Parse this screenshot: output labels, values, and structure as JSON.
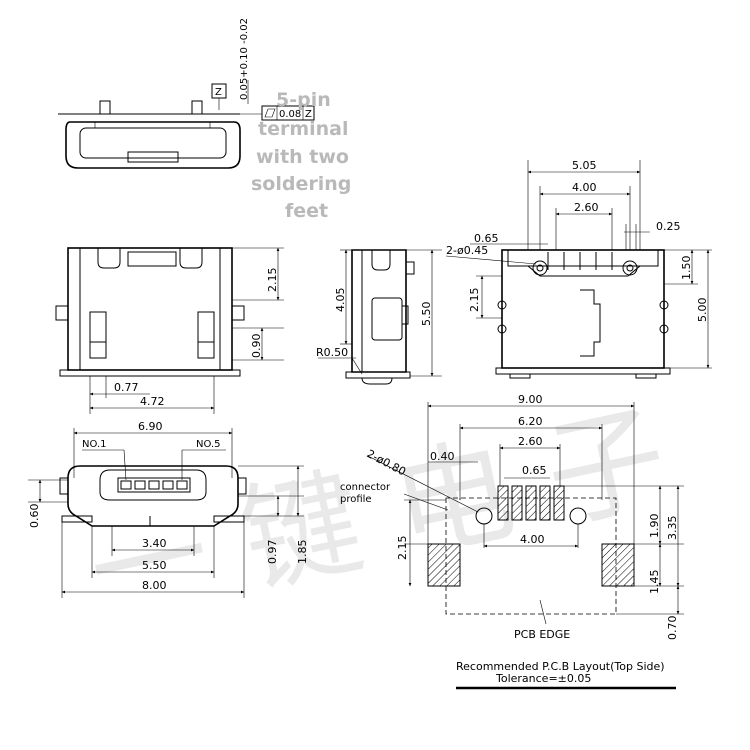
{
  "annotation": [
    "5-pin",
    "terminal",
    "with two",
    "soldering",
    "feet"
  ],
  "watermark": "一 键 电 子",
  "top_view": {
    "tolerance": "0.05+0.10 -0.02",
    "datum": "Z",
    "flatness": "0.08",
    "flatness_datum": "Z"
  },
  "side_view": {
    "d_2_15": "2.15",
    "d_0_90": "0.90",
    "d_0_77": "0.77",
    "d_4_72": "4.72"
  },
  "end_view": {
    "d_4_05": "4.05",
    "d_5_50": "5.50",
    "radius": "R0.50"
  },
  "top_right_view": {
    "d_5_05": "5.05",
    "d_4_00": "4.00",
    "d_2_60": "2.60",
    "d_0_25": "0.25",
    "d_0_65": "0.65",
    "holes": "2-ø0.45",
    "d_2_15": "2.15",
    "d_1_50": "1.50",
    "d_5_00": "5.00"
  },
  "front_view": {
    "d_6_90": "6.90",
    "no1": "NO.1",
    "no5": "NO.5",
    "d_0_60": "0.60",
    "d_3_40": "3.40",
    "d_5_50": "5.50",
    "d_8_00": "8.00",
    "d_0_97": "0.97",
    "d_1_85": "1.85"
  },
  "pcb_layout": {
    "d_9_00": "9.00",
    "d_6_20": "6.20",
    "d_2_60": "2.60",
    "d_0_40": "0.40",
    "holes": "2-ø0.80",
    "d_0_65": "0.65",
    "profile_line1": "connector",
    "profile_line2": "profile",
    "d_4_00": "4.00",
    "d_2_15": "2.15",
    "d_1_90": "1.90",
    "d_3_35": "3.35",
    "d_1_45": "1.45",
    "d_0_70": "0.70",
    "edge_label": "PCB EDGE",
    "title": "Recommended P.C.B Layout(Top Side)",
    "tolerance": "Tolerance=±0.05"
  }
}
